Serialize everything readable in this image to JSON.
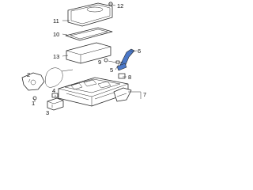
{
  "callouts": [
    {
      "id": "c1",
      "label": "1"
    },
    {
      "id": "c2",
      "label": "2"
    },
    {
      "id": "c3",
      "label": "3"
    },
    {
      "id": "c4",
      "label": "4"
    },
    {
      "id": "c5",
      "label": "5"
    },
    {
      "id": "c6",
      "label": "6"
    },
    {
      "id": "c7",
      "label": "7"
    },
    {
      "id": "c8",
      "label": "8"
    },
    {
      "id": "c9",
      "label": "9"
    },
    {
      "id": "c10",
      "label": "10"
    },
    {
      "id": "c11",
      "label": "11"
    },
    {
      "id": "c12",
      "label": "12"
    },
    {
      "id": "c13",
      "label": "13"
    }
  ],
  "colors": {
    "highlight_part": "#4b78c8",
    "line": "#2a2a2a"
  }
}
